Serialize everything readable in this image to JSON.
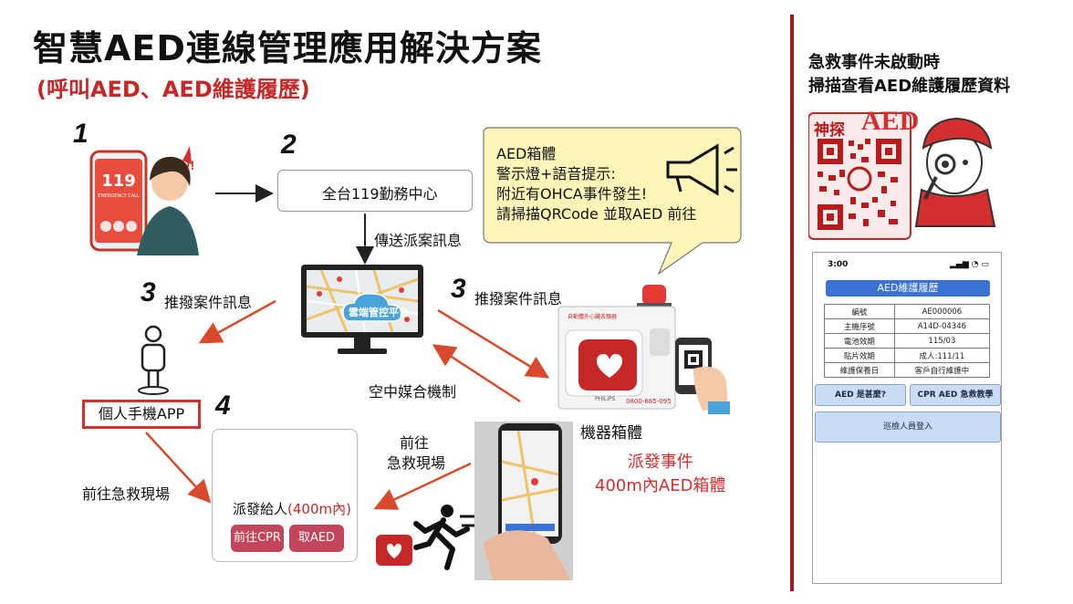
{
  "header": {
    "title": "智慧AED連線管理應用解決方案",
    "subtitle": "(呼叫AED、AED維護履歷)"
  },
  "flow": {
    "step1": "1",
    "step2": "2",
    "step3_left": "3",
    "step3_right": "3",
    "step4": "4",
    "phone_number": "119",
    "phone_caption": "EMERGENCY CALL",
    "center_119": "全台119勤務中心",
    "send_dispatch": "傳送派案訊息",
    "push_left": "推撥案件訊息",
    "push_right": "推撥案件訊息",
    "cloud_platform": "雲端管控平台",
    "air_matching": "空中媒合機制",
    "app_label": "個人手機APP",
    "goto_scene_left": "前往急救現場",
    "goto_scene_mid_1": "前往",
    "goto_scene_mid_2": "急救現場",
    "device_box": "機器箱體",
    "dispatch_event_1": "派發事件",
    "dispatch_event_2": "400m內AED箱體",
    "dispatch_to": "派發給人",
    "dispatch_radius": "(400m內)",
    "btn_cpr": "前往CPR",
    "btn_take_aed": "取AED",
    "aed_cabinet_title": "自動體外心臟去顫器",
    "aed_cabinet_phone": "0800-885-095",
    "aed_cabinet_brand": "PHILIPS"
  },
  "callout": {
    "line1": "AED箱體",
    "line2": "警示燈+語音提示:",
    "line3": "附近有OHCA事件發生!",
    "line4": "請掃描QRCode 並取AED 前往"
  },
  "right_panel": {
    "heading_1": "急救事件未啟動時",
    "heading_2": "掃描查看AED維護履歷資料",
    "qr_label_cn": "神探",
    "qr_label_aed": "AED",
    "mock": {
      "time": "3:00",
      "title": "AED維護履歷",
      "rows": [
        [
          "編號",
          "AE000006"
        ],
        [
          "主機序號",
          "A14D-04346"
        ],
        [
          "電池效期",
          "115/03"
        ],
        [
          "貼片效期",
          "成人:111/11"
        ],
        [
          "維護保養日",
          "客戶自行維護中"
        ]
      ],
      "btn_what": "AED 是甚麼?",
      "btn_cpr": "CPR AED 急救教學",
      "btn_login": "巡檢人員登入"
    }
  },
  "colors": {
    "accent_red": "#d32f2f",
    "title_red": "#c62828",
    "divider": "#9e1b1b",
    "callout_yellow": "#fdf6b8",
    "mock_blue": "#3a72d6",
    "button_pink": "#c2455c"
  }
}
